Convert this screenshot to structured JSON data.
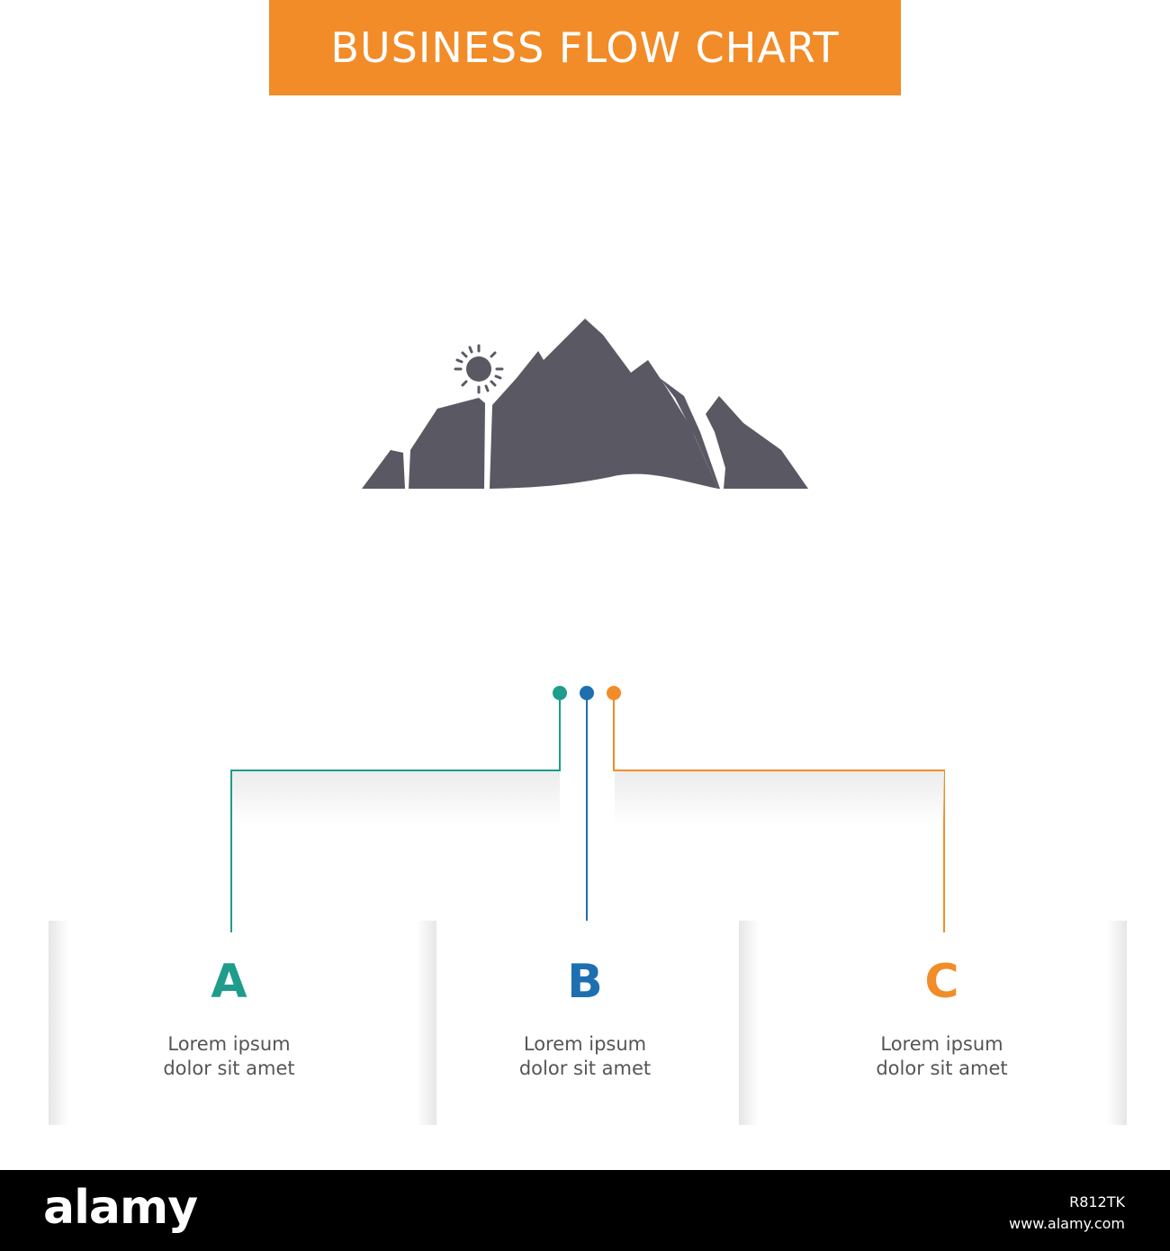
{
  "title": "BUSINESS FLOW CHART",
  "icon": "mountain-sun-icon",
  "colors": {
    "banner": "#f28c28",
    "icon": "#5a5963",
    "a": "#1e9c8c",
    "b": "#1d6fb0",
    "c": "#f28c28"
  },
  "steps": [
    {
      "letter": "A",
      "line1": "Lorem ipsum",
      "line2": "dolor sit amet"
    },
    {
      "letter": "B",
      "line1": "Lorem ipsum",
      "line2": "dolor sit amet"
    },
    {
      "letter": "C",
      "line1": "Lorem ipsum",
      "line2": "dolor sit amet"
    }
  ],
  "footer": {
    "logo": "alamy",
    "image_id": "R812TK",
    "url": "www.alamy.com"
  }
}
